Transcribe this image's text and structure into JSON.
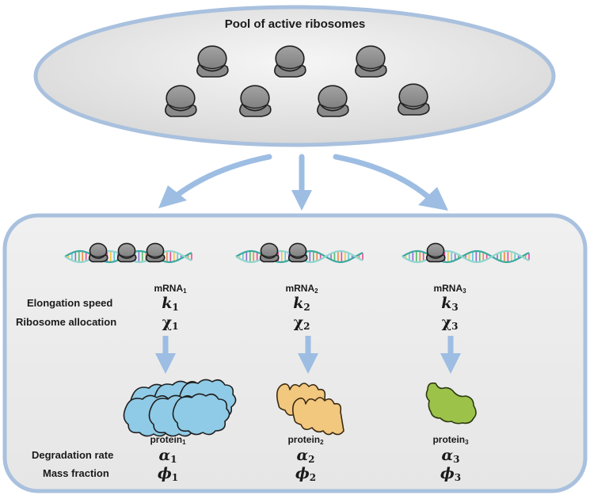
{
  "pool": {
    "title": "Pool of active ribosomes",
    "ribosome_count": 7
  },
  "rows": {
    "elongation_speed": "Elongation speed",
    "ribosome_allocation": "Ribosome allocation",
    "degradation_rate": "Degradation rate",
    "mass_fraction": "Mass fraction"
  },
  "genes": [
    {
      "mrna": "mRNA",
      "idx": "1",
      "k": "k",
      "chi": "χ",
      "protein": "protein",
      "alpha": "α",
      "phi": "ϕ",
      "ribosomes_on_mrna": 3,
      "protein_color": "#8fcbe6"
    },
    {
      "mrna": "mRNA",
      "idx": "2",
      "k": "k",
      "chi": "χ",
      "protein": "protein",
      "alpha": "α",
      "phi": "ϕ",
      "ribosomes_on_mrna": 2,
      "protein_color": "#f2c77e"
    },
    {
      "mrna": "mRNA",
      "idx": "3",
      "k": "k",
      "chi": "χ",
      "protein": "protein",
      "alpha": "α",
      "phi": "ϕ",
      "ribosomes_on_mrna": 1,
      "protein_color": "#9cc24a"
    }
  ],
  "colors": {
    "outline": "#a9c1de",
    "arrow": "#9dbde3",
    "panel_fill": "#ececec",
    "ribosome": "#8d8d8d"
  }
}
